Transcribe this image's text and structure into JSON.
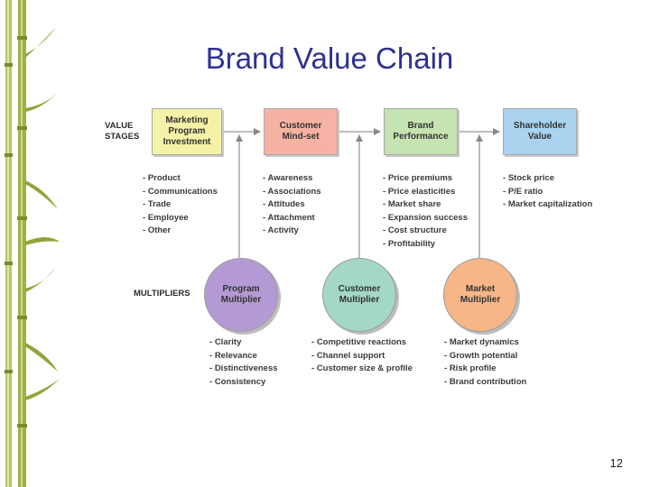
{
  "title": "Brand Value Chain",
  "page_number": "12",
  "labels": {
    "value_stages": [
      "VALUE",
      "STAGES"
    ],
    "multipliers": "MULTIPLIERS"
  },
  "stages": [
    {
      "lines": [
        "Marketing",
        "Program",
        "Investment"
      ],
      "color": "#f4f2a6",
      "items": [
        "Product",
        "Communications",
        "Trade",
        "Employee",
        "Other"
      ]
    },
    {
      "lines": [
        "Customer",
        "Mind-set"
      ],
      "color": "#f6b3a4",
      "items": [
        "Awareness",
        "Associations",
        "Attitudes",
        "Attachment",
        "Activity"
      ]
    },
    {
      "lines": [
        "Brand",
        "Performance"
      ],
      "color": "#c6e4b2",
      "items": [
        "Price premiums",
        "Price elasticities",
        "Market share",
        "Expansion success",
        "Cost structure",
        "Profitability"
      ]
    },
    {
      "lines": [
        "Shareholder",
        "Value"
      ],
      "color": "#a9d3ef",
      "items": [
        "Stock price",
        "P/E ratio",
        "Market capitalization"
      ]
    }
  ],
  "multipliers": [
    {
      "lines": [
        "Program",
        "Multiplier"
      ],
      "color": "#b49ad4",
      "items": [
        "Clarity",
        "Relevance",
        "Distinctiveness",
        "Consistency"
      ]
    },
    {
      "lines": [
        "Customer",
        "Multiplier"
      ],
      "color": "#a3d8c6",
      "items": [
        "Competitive reactions",
        "Channel support",
        "Customer size & profile"
      ]
    },
    {
      "lines": [
        "Market",
        "Multiplier"
      ],
      "color": "#f7b688",
      "items": [
        "Market dynamics",
        "Growth potential",
        "Risk profile",
        "Brand contribution"
      ]
    }
  ]
}
